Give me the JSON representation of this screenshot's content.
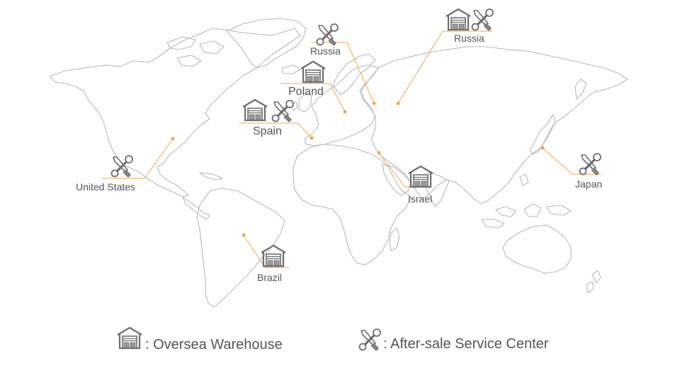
{
  "legend": {
    "warehouse_label": ": Oversea Warehouse",
    "service_label": ": After-sale Service Center",
    "warehouse_icon": "warehouse-icon",
    "service_icon": "wrench-screwdriver-icon"
  },
  "locations": [
    {
      "key": "russia-west",
      "label": "Russia",
      "warehouse": false,
      "service": true
    },
    {
      "key": "russia-east",
      "label": "Russia",
      "warehouse": true,
      "service": true
    },
    {
      "key": "poland",
      "label": "Poland",
      "warehouse": true,
      "service": false
    },
    {
      "key": "spain",
      "label": "Spain",
      "warehouse": true,
      "service": true
    },
    {
      "key": "united-states",
      "label": "United States",
      "warehouse": false,
      "service": true
    },
    {
      "key": "israel",
      "label": "Israel",
      "warehouse": true,
      "service": false
    },
    {
      "key": "japan",
      "label": "Japan",
      "warehouse": false,
      "service": true
    },
    {
      "key": "brazil",
      "label": "Brazil",
      "warehouse": true,
      "service": false
    }
  ],
  "colors": {
    "accent": "#F0A54A",
    "outline": "#B8B8B8",
    "icon": "#6E6E6E",
    "text": "#555555"
  }
}
